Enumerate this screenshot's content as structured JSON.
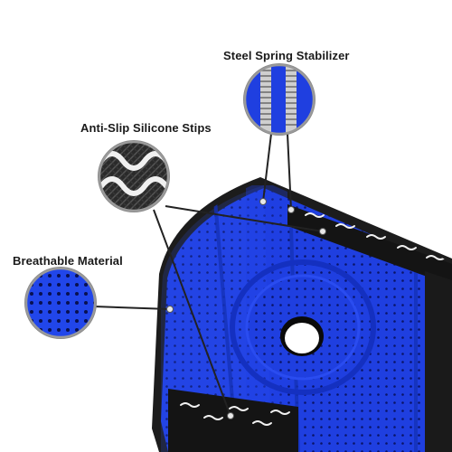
{
  "callouts": {
    "steel_spring": "Steel Spring Stabilizer",
    "anti_slip": "Anti-Slip Silicone Stips",
    "breathable": "Breathable Material"
  },
  "colors": {
    "brace_blue": "#1f3fe0",
    "edge_black": "#1a1a1a",
    "silicone_white": "#f2f2f2",
    "leader_line": "#222222"
  }
}
